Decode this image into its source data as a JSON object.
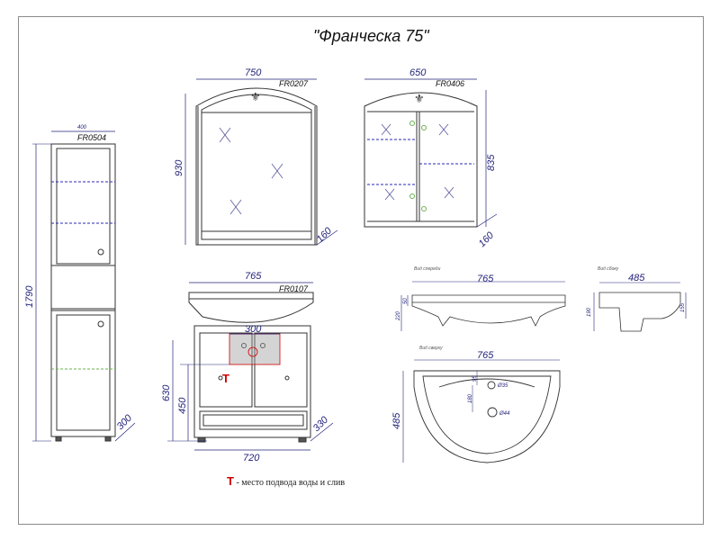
{
  "title": "\"Франческа 75\"",
  "legend": {
    "symbol": "T",
    "text": "- место подвода воды и слив"
  },
  "colors": {
    "dimension_text": "#23237a",
    "outline": "#333333",
    "marker": "#d00000",
    "shelf_line": "#2a2ab0",
    "highlight": "#6ab04c"
  },
  "cabinet": {
    "code": "FR0504",
    "width": "400",
    "height": "1790",
    "depth": "300"
  },
  "mirror": {
    "code": "FR0207",
    "width": "750",
    "height": "930",
    "depth": "160"
  },
  "mirror_cabinet": {
    "code": "FR0406",
    "width": "650",
    "height": "835",
    "depth": "160"
  },
  "vanity": {
    "code": "FR0107",
    "top_width": "765",
    "body_width": "720",
    "height": "630",
    "inner_height": "450",
    "pipe_zone": "300",
    "depth": "330",
    "marker": "T"
  },
  "basin_front": {
    "caption": "Вид спереди",
    "width": "765",
    "height": "220",
    "rim": "50"
  },
  "basin_side": {
    "caption": "Вид сбоку",
    "width": "485",
    "height": "190",
    "right": "155"
  },
  "basin_top": {
    "caption": "Вид сверху",
    "width": "765",
    "depth": "485",
    "offset_a": "95",
    "offset_b": "180",
    "hole1": "Ø35",
    "hole2": "Ø44"
  }
}
